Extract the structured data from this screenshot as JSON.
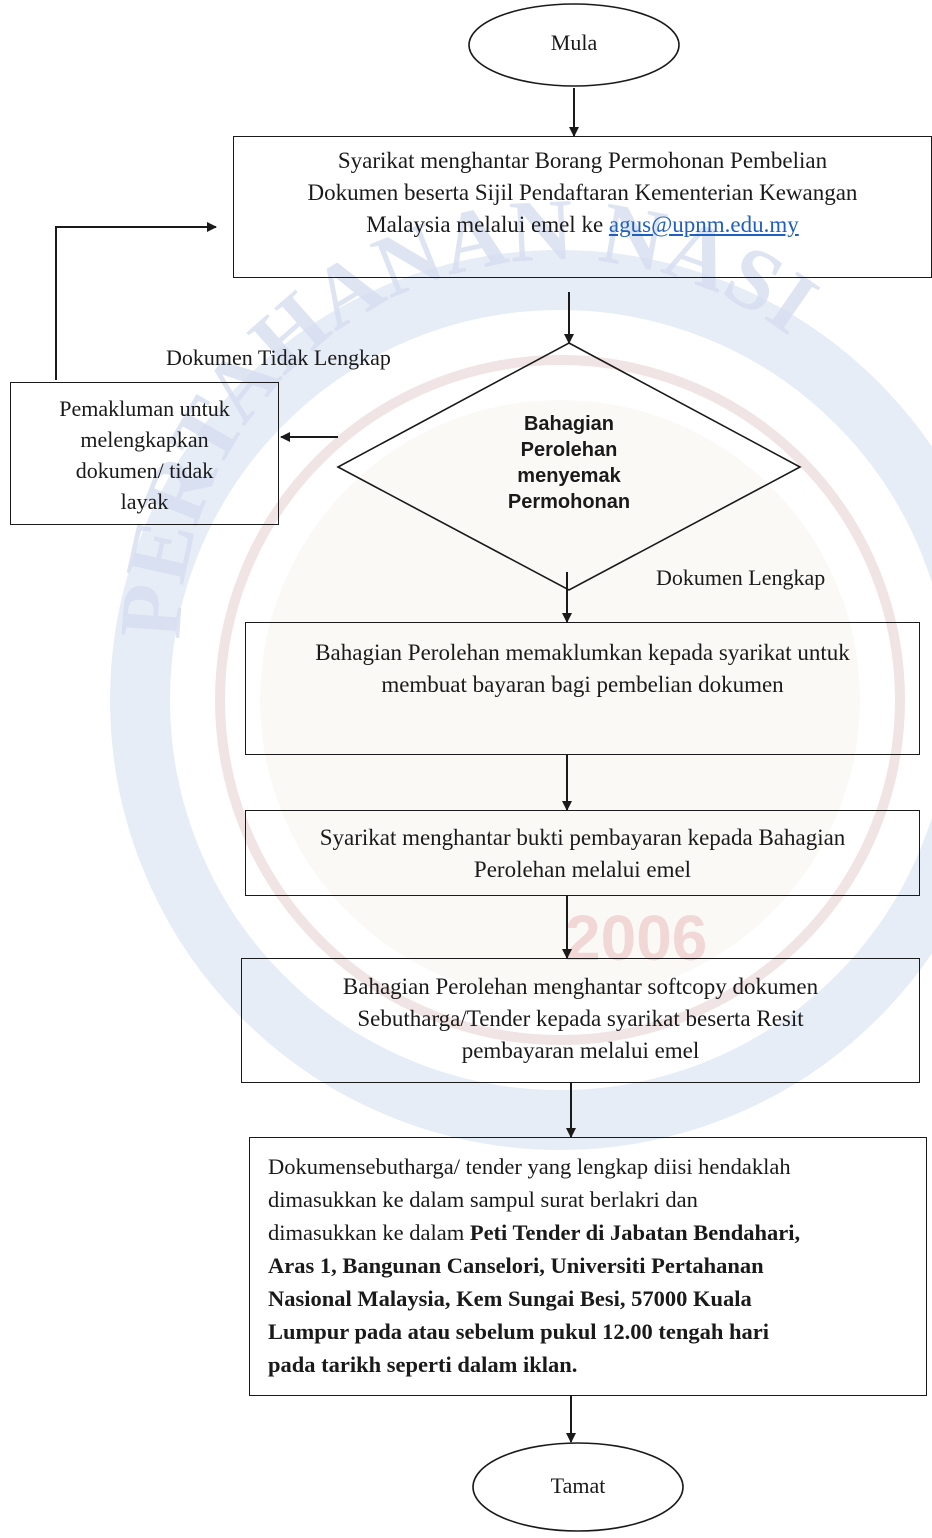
{
  "watermark": {
    "arc_text": "PERTAHANAN NASI",
    "year": "2006"
  },
  "flow": {
    "start": "Mula",
    "step1": {
      "line1": "Syarikat menghantar Borang Permohonan Pembelian",
      "line2": "Dokumen beserta Sijil Pendaftaran Kementerian Kewangan",
      "line3_prefix": "Malaysia melalui emel ke ",
      "email": "agus@upnm.edu.my"
    },
    "decision": {
      "line1": "Bahagian",
      "line2": "Perolehan",
      "line3": "menyemak",
      "line4": "Permohonan"
    },
    "label_incomplete": "Dokumen Tidak Lengkap",
    "label_complete": "Dokumen Lengkap",
    "notify_box": {
      "line1": "Pemakluman untuk",
      "line2": "melengkapkan",
      "line3": "dokumen/ tidak",
      "line4": "layak"
    },
    "step2": {
      "line1": "Bahagian Perolehan memaklumkan kepada syarikat untuk",
      "line2": "membuat bayaran bagi pembelian dokumen"
    },
    "step3": {
      "line1": "Syarikat menghantar bukti pembayaran kepada Bahagian",
      "line2": "Perolehan melalui emel"
    },
    "step4": {
      "line1": "Bahagian Perolehan menghantar softcopy dokumen",
      "line2": "Sebutharga/Tender kepada syarikat beserta Resit",
      "line3": "pembayaran melalui emel"
    },
    "step5": {
      "line1": "Dokumensebutharga/ tender yang lengkap diisi hendaklah",
      "line2": "dimasukkan ke dalam sampul surat berlakri dan",
      "line3_plain": "dimasukkan ke dalam ",
      "line3_bold": "Peti Tender di Jabatan Bendahari,",
      "line4": "Aras 1, Bangunan Canselori, Universiti Pertahanan",
      "line5": "Nasional Malaysia, Kem Sungai Besi, 57000 Kuala",
      "line6": "Lumpur pada atau sebelum pukul 12.00 tengah hari",
      "line7": "pada tarikh seperti dalam iklan."
    },
    "end": "Tamat"
  }
}
